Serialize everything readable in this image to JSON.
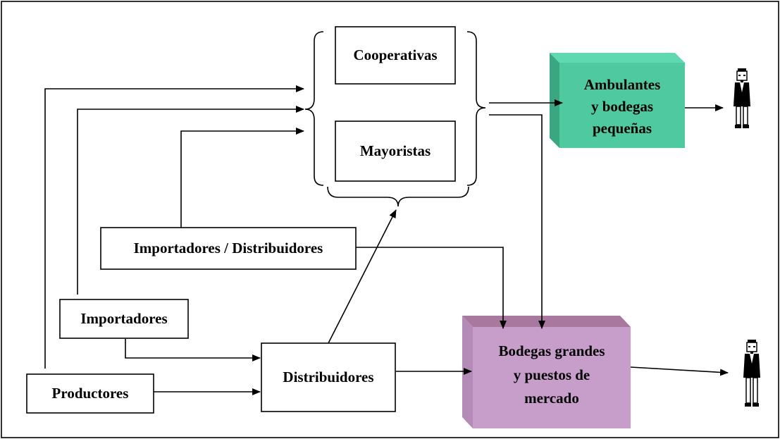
{
  "nodes": {
    "cooperativas": "Cooperativas",
    "mayoristas": "Mayoristas",
    "importadores_distribuidores": "Importadores / Distribuidores",
    "importadores": "Importadores",
    "productores": "Productores",
    "distribuidores": "Distribuidores",
    "ambulantes": [
      "Ambulantes",
      "y bodegas",
      "pequeñas"
    ],
    "bodegas_grandes": [
      "Bodegas grandes",
      "y puestos de",
      "mercado"
    ]
  },
  "colors": {
    "ambulantes_front": "#4ec9a0",
    "ambulantes_top": "#5fd9b0",
    "ambulantes_side": "#39a880",
    "bodegas_front": "#c79dca",
    "bodegas_top": "#a8789e",
    "bodegas_side": "#b48ab6"
  },
  "icons": {
    "consumer_1": "person-icon",
    "consumer_2": "person-icon"
  }
}
